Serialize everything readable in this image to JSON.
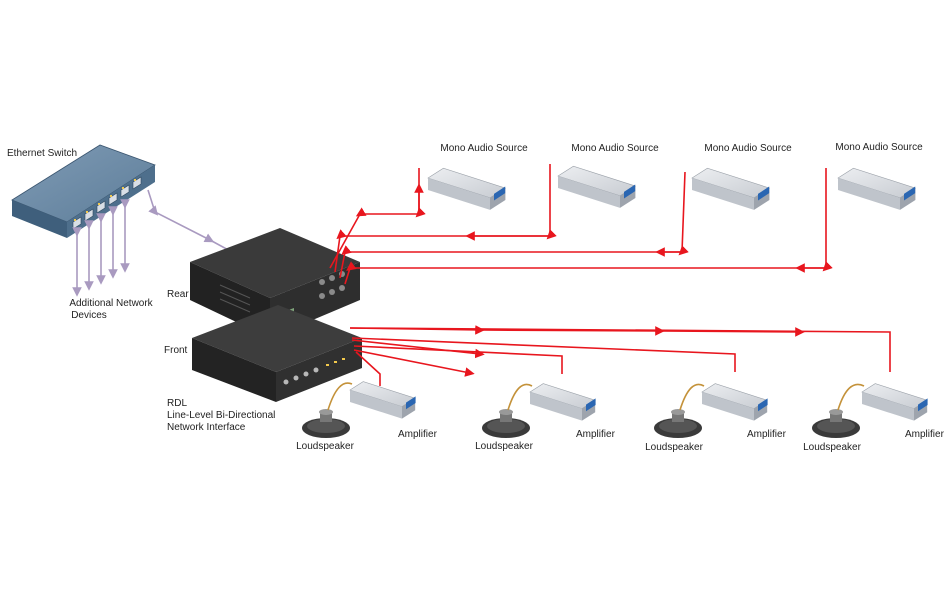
{
  "labels": {
    "ethernet_switch": "Ethernet Switch",
    "additional_devices_line1": "Additional Network",
    "additional_devices_line2": "Devices",
    "rear": "Rear",
    "front": "Front",
    "rdl_line1": "RDL",
    "rdl_line2": "Line-Level Bi-Directional",
    "rdl_line3": "Network Interface",
    "mono_audio_source": "Mono Audio Source",
    "amplifier": "Amplifier",
    "loudspeaker": "Loudspeaker"
  },
  "sources": [
    {
      "label": "Mono Audio Source"
    },
    {
      "label": "Mono Audio Source"
    },
    {
      "label": "Mono Audio Source"
    },
    {
      "label": "Mono Audio Source"
    }
  ],
  "outputs": [
    {
      "amplifier": "Amplifier",
      "loudspeaker": "Loudspeaker"
    },
    {
      "amplifier": "Amplifier",
      "loudspeaker": "Loudspeaker"
    },
    {
      "amplifier": "Amplifier",
      "loudspeaker": "Loudspeaker"
    },
    {
      "amplifier": "Amplifier",
      "loudspeaker": "Loudspeaker"
    }
  ],
  "colors": {
    "signal": "#e8161e",
    "network": "#a99ac0",
    "speaker_wire": "#c4923a",
    "switch_body": "#4e6f8c",
    "device_body": "#d9dce1",
    "interface_body": "#2b2b2b",
    "device_accent": "#2a66b2"
  }
}
